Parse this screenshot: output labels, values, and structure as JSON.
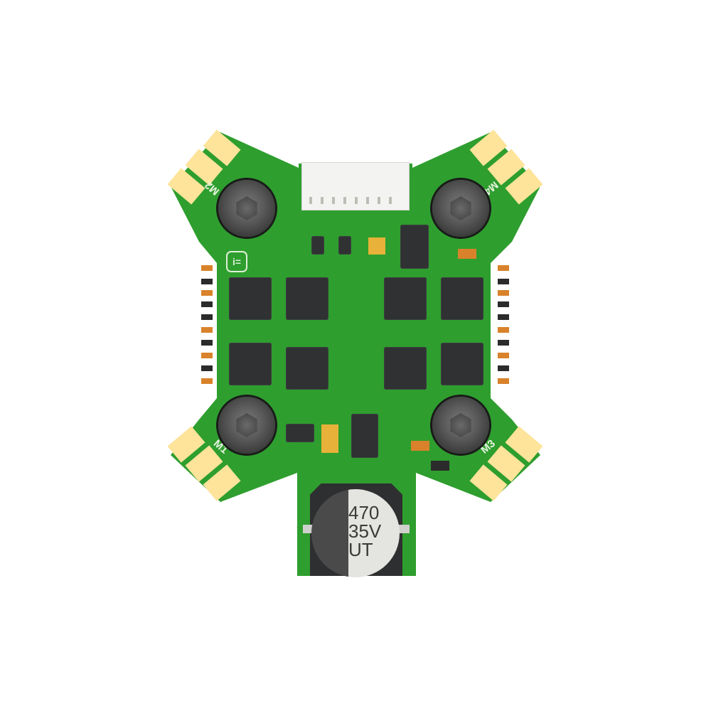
{
  "image": {
    "subject": "4-in-1 ESC printed circuit board render",
    "background_color": "#ffffff",
    "board_color": "#2e9e2e"
  },
  "motor_labels": {
    "m1": "M1",
    "m2": "M2",
    "m3": "M3",
    "m4": "M4"
  },
  "capacitor": {
    "line1": "470",
    "line2": "35V",
    "line3": "UT"
  },
  "logo": {
    "glyph": "i="
  }
}
